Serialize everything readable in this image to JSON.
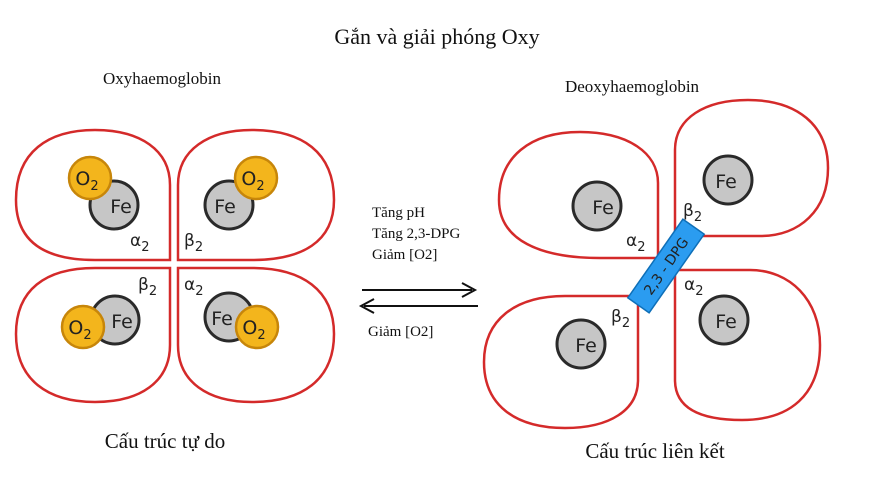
{
  "title": "Gắn và giải phóng Oxy",
  "left": {
    "label": "Oxyhaemoglobin",
    "caption": "Cấu trúc tự do"
  },
  "right": {
    "label": "Deoxyhaemoglobin",
    "caption": "Cấu trúc liên kết",
    "dpg_label": "2,3 - DPG"
  },
  "arrows": {
    "forward_lines": [
      "Tăng pH",
      "Tăng 2,3-DPG",
      "Giảm [O2]"
    ],
    "reverse_label": "Giảm [O2]"
  },
  "subunits": {
    "alpha": {
      "greek": "α",
      "sub": "2"
    },
    "beta": {
      "greek": "β",
      "sub": "2"
    }
  },
  "heme": {
    "iron": "Fe",
    "oxygen": "O",
    "oxygen_sub": "2"
  },
  "colors": {
    "outline": "#d42a2a",
    "iron_fill": "#c6c6c6",
    "oxygen_fill": "#f3b51c",
    "oxygen_stroke": "#c7860a",
    "dpg_fill": "#2b9cf0"
  }
}
